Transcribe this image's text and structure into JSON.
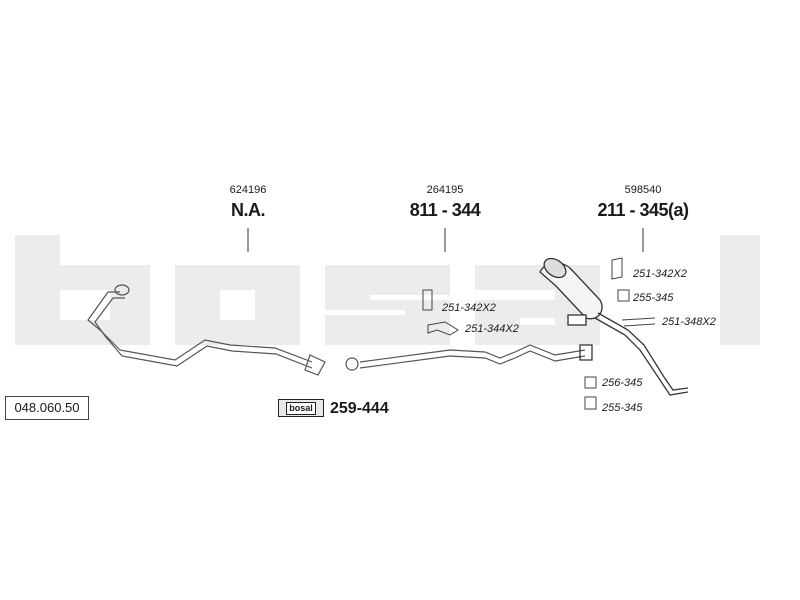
{
  "diagram_code": "048.060.50",
  "brand_logo_text": "bosal",
  "sections": [
    {
      "oem_number": "624196",
      "part_number": "N.A."
    },
    {
      "oem_number": "264195",
      "part_number": "811 - 344"
    },
    {
      "oem_number": "598540",
      "part_number": "211 - 345(a)"
    }
  ],
  "fittings": [
    {
      "label": "251-342X2"
    },
    {
      "label": "251-344X2"
    },
    {
      "label": "251-342X2"
    },
    {
      "label": "255-345"
    },
    {
      "label": "251-348X2"
    },
    {
      "label": "256-345"
    },
    {
      "label": "255-345"
    }
  ],
  "kit": {
    "box_text": "bosal",
    "number": "259-444"
  }
}
